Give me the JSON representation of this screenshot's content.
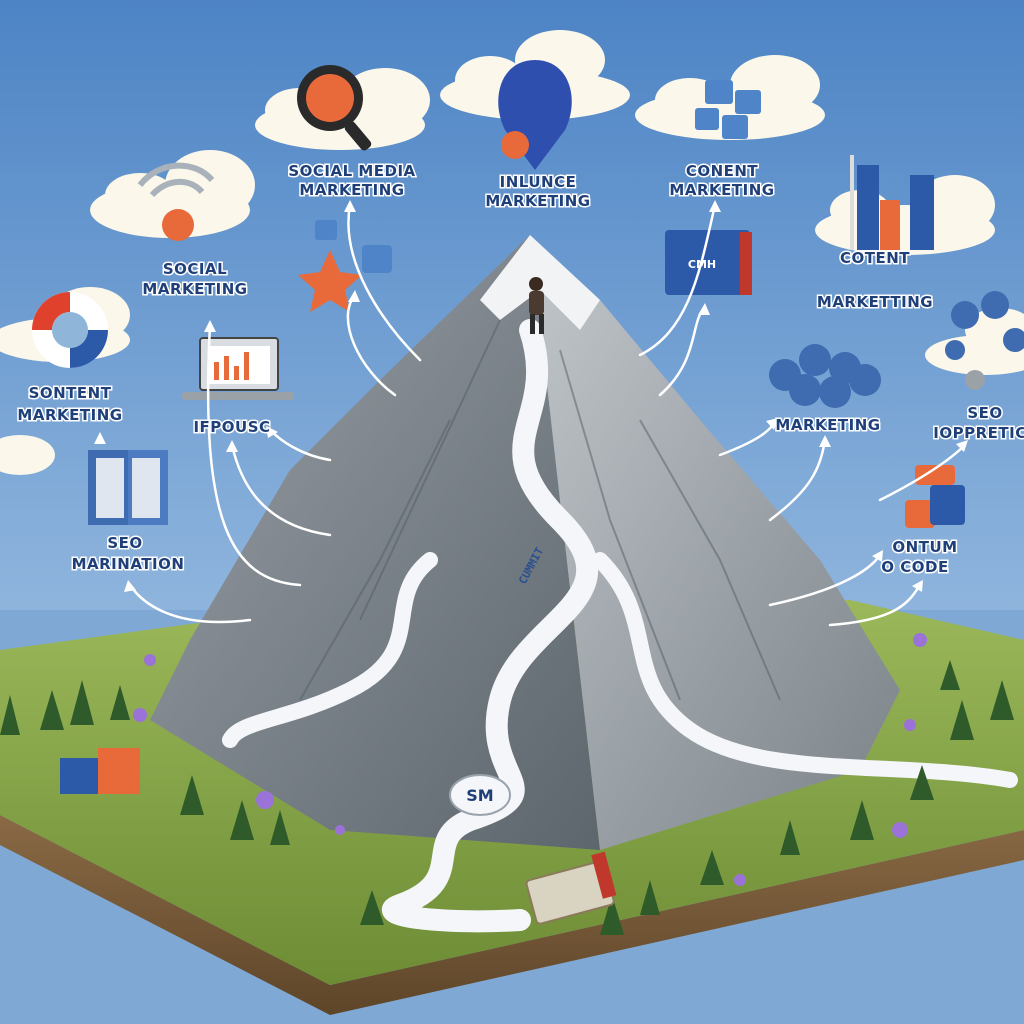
{
  "labels": {
    "social_media_marketing_line1": "SOCIAL MEDIA",
    "social_media_marketing_line2": "MARKETING",
    "influence_marketing_line1": "INLUNCE",
    "influence_marketing_line2": "MARKETING",
    "content_marketing_top_line1": "CONENT",
    "content_marketing_top_line2": "MARKETING",
    "social_marketing_line1": "SOCIAL",
    "social_marketing_line2": "MARKETING",
    "content_marketing_right_line1": "COTENT",
    "content_marketing_right_line2": "MARKETTING",
    "sontent_marketing_line1": "SONTENT",
    "sontent_marketing_line2": "MARKETING",
    "ifpousc": "IFPOUSC",
    "marketing_right": "MARKETING",
    "seo_optimization_line1": "SEO",
    "seo_optimization_line2": "IOPPRETIC",
    "seo_marination_line1": "SEO",
    "seo_marination_line2": "MARINATION",
    "ontum_code_line1": "ONTUM",
    "ontum_code_line2": "O CODE"
  },
  "props": {
    "road_sign": "SM",
    "road_banner": "CUMMIT",
    "book_label": "CMH"
  },
  "colors": {
    "sky_top": "#4f86c6",
    "sky_bottom": "#c8dcee",
    "mountain": "#7d858c",
    "grass": "#8aa84a",
    "road": "#f4f6fa",
    "accent_blue": "#2d5aa8",
    "accent_orange": "#e86a3a"
  }
}
